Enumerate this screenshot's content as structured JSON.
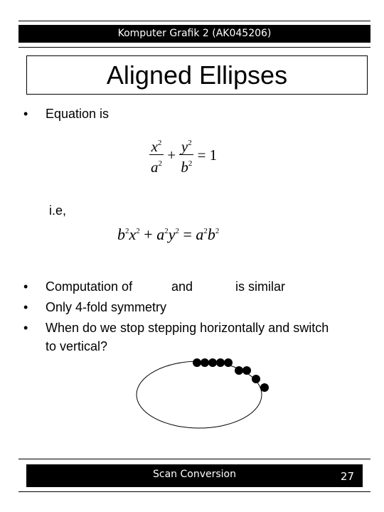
{
  "header": {
    "course": "Komputer Grafik 2 (AK045206)"
  },
  "title": "Aligned Ellipses",
  "bullets": {
    "equation_intro": "Equation is",
    "ie": "i.e,",
    "computation_a": "Computation of",
    "computation_b": "and",
    "computation_c": "is similar",
    "symmetry": "Only 4-fold symmetry",
    "stepping_line1": "When do we stop stepping horizontally and switch",
    "stepping_line2": "to vertical?"
  },
  "formula1": {
    "x": "x",
    "y": "y",
    "a": "a",
    "b": "b",
    "exp": "2",
    "plus": "+",
    "equals_one": "= 1"
  },
  "formula2": {
    "lhs_b": "b",
    "lhs_x": "x",
    "plus": "+",
    "lhs_a": "a",
    "lhs_y": "y",
    "eq": "=",
    "rhs_a": "a",
    "rhs_b": "b",
    "exp": "2"
  },
  "footer": {
    "label": "Scan Conversion",
    "page": "27"
  },
  "bullet_symbol": "•"
}
